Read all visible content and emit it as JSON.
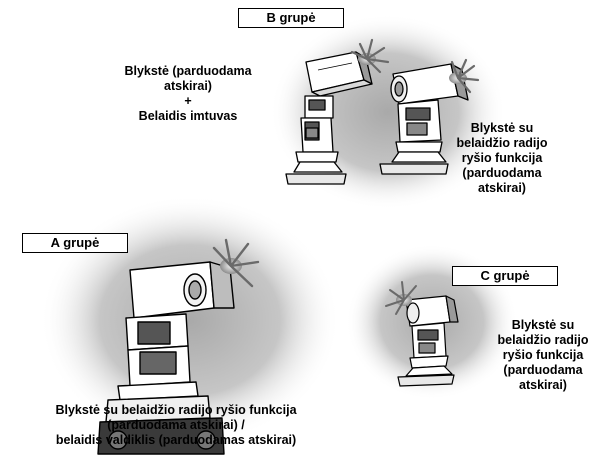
{
  "groups": {
    "b": {
      "label": "B grupė",
      "left_caption": "Blykstė (parduodama\natskirai)\n+\nBelaidis imtuvas",
      "right_caption": "Blykstė su\nbelaidžio radijo\nryšio funkcija\n(parduodama\natskirai)"
    },
    "a": {
      "label": "A grupė",
      "caption": "Blykstė su belaidžio radijo ryšio funkcija\n(parduodama atskirai) /\nbelaidis valdiklis (parduodamas atskirai)"
    },
    "c": {
      "label": "C grupė",
      "caption": "Blykstė su\nbelaidžio radijo\nryšio funkcija\n(parduodama\natskirai)"
    }
  },
  "colors": {
    "glow": "#b4b4b4",
    "line": "#000000",
    "flash_body": "#ffffff",
    "flash_shade": "#9a9a9a"
  }
}
